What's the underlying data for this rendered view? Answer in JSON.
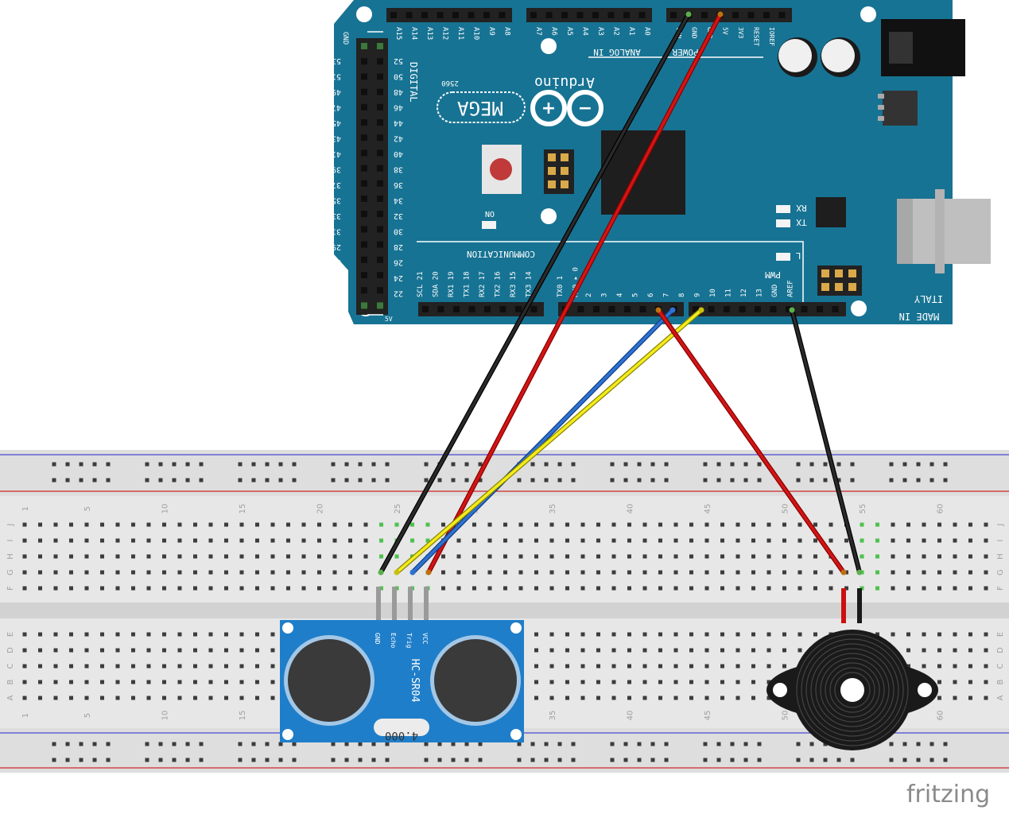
{
  "arduino": {
    "brand": "Arduino",
    "model": "MEGA",
    "model_small": "2560",
    "digital_label": "DIGITAL",
    "analog_label": "ANALOG IN",
    "power_label": "POWER",
    "communication_label": "COMMUNICATION",
    "pwm_label": "PWM",
    "made_in": "MADE IN",
    "italy": "ITALY",
    "on_label": "ON",
    "rx_label": "RX",
    "tx_label": "TX",
    "l_label": "L",
    "left_gnd": "GND",
    "left_5v": "5V",
    "analog_pins": [
      "A15",
      "A14",
      "A13",
      "A12",
      "A11",
      "A10",
      "A9",
      "A8",
      "A7",
      "A6",
      "A5",
      "A4",
      "A3",
      "A2",
      "A1",
      "A0"
    ],
    "power_pins": [
      "VIN",
      "GND",
      "GND",
      "5V",
      "3V3",
      "RESET",
      "IOREF"
    ],
    "comm_pins": [
      "SCL 21",
      "SDA 20",
      "RX1 19",
      "TX1 18",
      "RX2 17",
      "TX2 16",
      "RX3 15",
      "TX3 14"
    ],
    "txrx_pins": [
      "TX0 1",
      "RX0 ▸ 0"
    ],
    "pwm_pins": [
      "2",
      "3",
      "4",
      "5",
      "6",
      "7",
      "8",
      "9",
      "10",
      "11",
      "12",
      "13",
      "GND",
      "AREF"
    ],
    "digital_left": [
      "53",
      "51",
      "49",
      "47",
      "45",
      "43",
      "41",
      "39",
      "37",
      "35",
      "33",
      "31",
      "29",
      "27",
      "25",
      "23"
    ],
    "digital_right": [
      "52",
      "50",
      "48",
      "46",
      "44",
      "42",
      "40",
      "38",
      "36",
      "34",
      "32",
      "30",
      "28",
      "26",
      "24",
      "22"
    ]
  },
  "breadboard": {
    "column_numbers_top": [
      "1",
      "5",
      "10",
      "15",
      "20",
      "25",
      "30",
      "35",
      "40",
      "45",
      "50",
      "55",
      "60"
    ],
    "column_numbers_bottom": [
      "1",
      "5",
      "10",
      "15",
      "20",
      "25",
      "30",
      "35",
      "40",
      "45",
      "50",
      "55",
      "60"
    ],
    "row_letters_top": [
      "J",
      "I",
      "H",
      "G",
      "F"
    ],
    "row_letters_bottom": [
      "E",
      "D",
      "C",
      "B",
      "A"
    ]
  },
  "sensor": {
    "model": "HC-SR04",
    "crystal": "4.000",
    "pins": [
      "GND",
      "Echo",
      "Trig",
      "VCC"
    ]
  },
  "footer": {
    "brand": "fritzing"
  },
  "colors": {
    "board": "#177393",
    "wire_black": "#1a1a1a",
    "wire_red": "#cc1010",
    "wire_blue": "#2a6cc8",
    "wire_yellow": "#f2ec1a",
    "sensor_blue": "#1f7ec9"
  }
}
